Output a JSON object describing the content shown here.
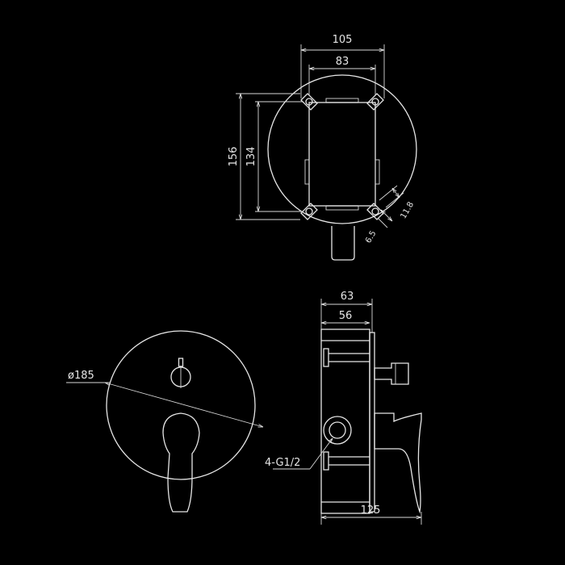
{
  "colors": {
    "background": "#000000",
    "line": "#e6e6e6"
  },
  "dimensions": {
    "top_width_outer": "105",
    "top_width_inner": "83",
    "top_height_outer": "156",
    "top_height_inner": "134",
    "slot_width": "11.8",
    "slot_depth": "6.5",
    "side_depth_outer": "63",
    "side_depth_inner": "56",
    "side_total": "125",
    "plate_diameter": "ø185",
    "connections": "4-G1/2"
  }
}
